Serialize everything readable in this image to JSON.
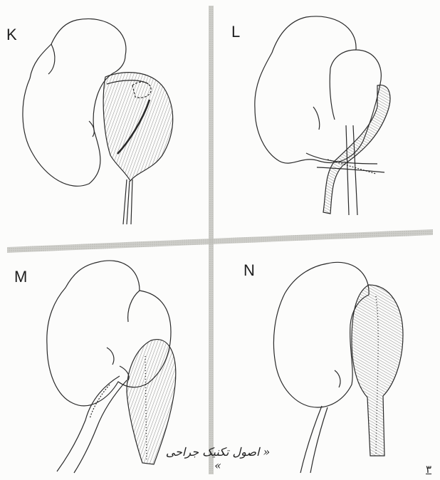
{
  "figure": {
    "panels": [
      {
        "id": "K",
        "label": "K"
      },
      {
        "id": "L",
        "label": "L"
      },
      {
        "id": "M",
        "label": "M"
      },
      {
        "id": "N",
        "label": "N"
      }
    ],
    "handwritten_note": "« اصول تکنیک جراحی »",
    "page_mark": "۳",
    "colors": {
      "ink": "#2a2a2a",
      "divider": "#b9b9b4",
      "paper": "#fcfcfb"
    }
  }
}
